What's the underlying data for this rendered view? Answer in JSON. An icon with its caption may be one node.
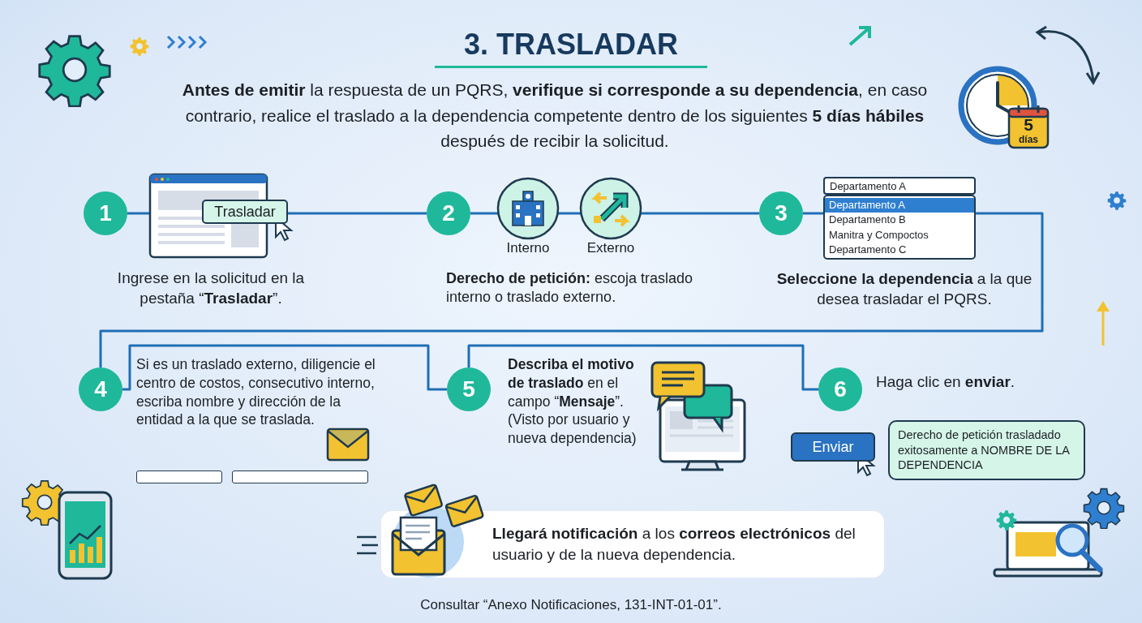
{
  "diagram": {
    "title": "3. TRASLADAR",
    "caption": "Consultar “Anexo Notificaciones, 131-INT-01-01”.",
    "nodes": [
      {
        "text": [
          "1"
        ],
        "beside": [
          "Ingrese en la solicitud en la pestaña “**Trasladar**”."
        ]
      },
      {
        "text": [
          "2"
        ],
        "beside": [
          "**Derecho de petición:** escoja traslado interno o traslado externo."
        ]
      },
      {
        "text": [
          "3"
        ],
        "beside": [
          "**Seleccione la dependencia** a la que desea trasladar el PQRS."
        ]
      },
      {
        "text": [
          "4"
        ],
        "beside": [
          "Si es un traslado externo, diligencie el centro de costos, consecutivo interno, escriba nombre y dirección de la entidad a la que se traslada."
        ]
      },
      {
        "text": [
          "5"
        ],
        "beside": [
          "**Describa el motivo de traslado** en el campo “**Mensaje**”. (Visto por usuario y nueva dependencia)"
        ]
      },
      {
        "text": [
          "6"
        ],
        "beside": [
          "Haga clic en **enviar**."
        ]
      },
      {
        "text": [
          "**Llegará notificación** a los **correos electrónicos** del usuario y de la nueva dependencia."
        ]
      },
      {
        "text": [
          "Derecho de petición trasladado exitosamente a NOMBRE DE LA DEPENDENCIA"
        ]
      }
    ],
    "edges": [
      {
        "from": 0,
        "to": 1,
        "arrow": "none"
      },
      {
        "from": 1,
        "to": 2,
        "arrow": "none"
      },
      {
        "from": 2,
        "to": 3,
        "arrow": "none"
      },
      {
        "from": 3,
        "to": 4,
        "arrow": "none"
      },
      {
        "from": 4,
        "to": 5,
        "arrow": "none"
      }
    ],
    "labels": [
      "**Antes de emitir** la respuesta de un PQRS, **verifique si corresponde a su dependencia**, en caso contrario, realice el traslado a la dependencia competente dentro de los siguientes **5 días hábiles** después de recibir la solicitud.",
      "5",
      "días",
      "Trasladar",
      "Interno",
      "Externo",
      "Departamento A",
      "Departamento A",
      "Departamento B",
      "Manitra y Compoctos",
      "Departamento C",
      "Enviar"
    ]
  }
}
